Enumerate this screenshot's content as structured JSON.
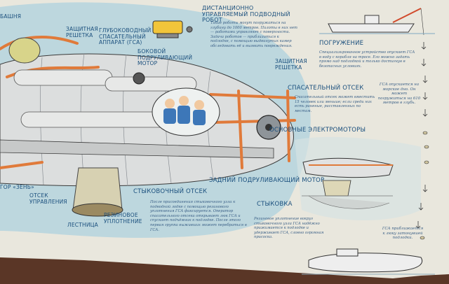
{
  "labels": {
    "remote_robot": "ДИСТАНЦИОННО УПРАВЛЯЕМЫЙ ПОДВОДНЫЙ РОБОТ",
    "diving": "ПОГРУЖЕНИЕ",
    "hatch_top": "БАШНЯ",
    "protective_grille_top": "ЗАЩИТНАЯ РЕШЕТКА",
    "buoyant_hatch": "ГЛУБОКОВОДНЫЙ СПАСАТЕЛЬНЫЙ АППАРАТ (ГСА)",
    "side_motor": "БОКОВОЙ ПОДРУЛИВАЮЩИЙ МОТОР",
    "protective_grille_right": "ЗАЩИТНАЯ РЕШЕТКА",
    "rescue_compartment": "СПАСАТЕЛЬНЫЙ ОТСЕК",
    "main_motors": "ОСНОВНЫЕ ЭЛЕКТРОМОТОРЫ",
    "rear_motor": "ЗАДНИЙ ПОДРУЛИВАЮЩИЙ МОТОР",
    "docking_compartment": "СТЫКОВОЧНЫЙ ОТСЕК",
    "docking": "СТЫКОВКА",
    "control_compartment": "ОТСЕК УПРАВЛЕНИЯ",
    "ladder": "ЛЕСТНИЦА",
    "rubber_seal": "РЕЗИНОВОЕ УПЛОТНЕНИЕ",
    "left_fragment": "ГОР «ЗЕНЬ»"
  },
  "texts": {
    "robot_desc": "Такие роботы могут погружаться на глубину до 1000 метров. Пилоты в них нет — работами управляют с поверхности. Задача роботов — приблизиться к подлодке, с помощью выдвинутых камер обследовать её и выявить повреждения.",
    "diving_desc": "Специализированное устройство опускает ГСА в воду с корабля на тросе. Его можно задать прямо над подлодкой и только достигнув в безопасных условиях.",
    "rescue_desc": "Спасательный отсек может вместить 15 человек или меньше; если среди них есть раненые, расставленных по местам.",
    "docking_compartment_desc": "После присоединения стыковочного узла к подводной лодке с помощью резинового уплотнения ГСА фиксируется. Оператор спасательного отсека открывает люк ГСА и спускает подъёмник к подлодке. После этого первая группа выживших может перебраться в ГСА.",
    "docking_desc": "Резиновое уплотнение вокруг стыковочного узла ГСА надёжно прижимается к подлодке и удерживает ГСА, словно огромная присоска.",
    "side_gsa_descend": "ГСА опускается на морское дно. Он может погружаться на 610 метров в глубь.",
    "side_gsa_approach": "ГСА приближается к люку затонувшей подлодки."
  },
  "colors": {
    "ink": "#1a4f7d",
    "water": "#bcd8df",
    "paper": "#e8e6dc",
    "pipe": "#e07a3a",
    "hull": "#dcdede",
    "desk": "#5a3626"
  }
}
